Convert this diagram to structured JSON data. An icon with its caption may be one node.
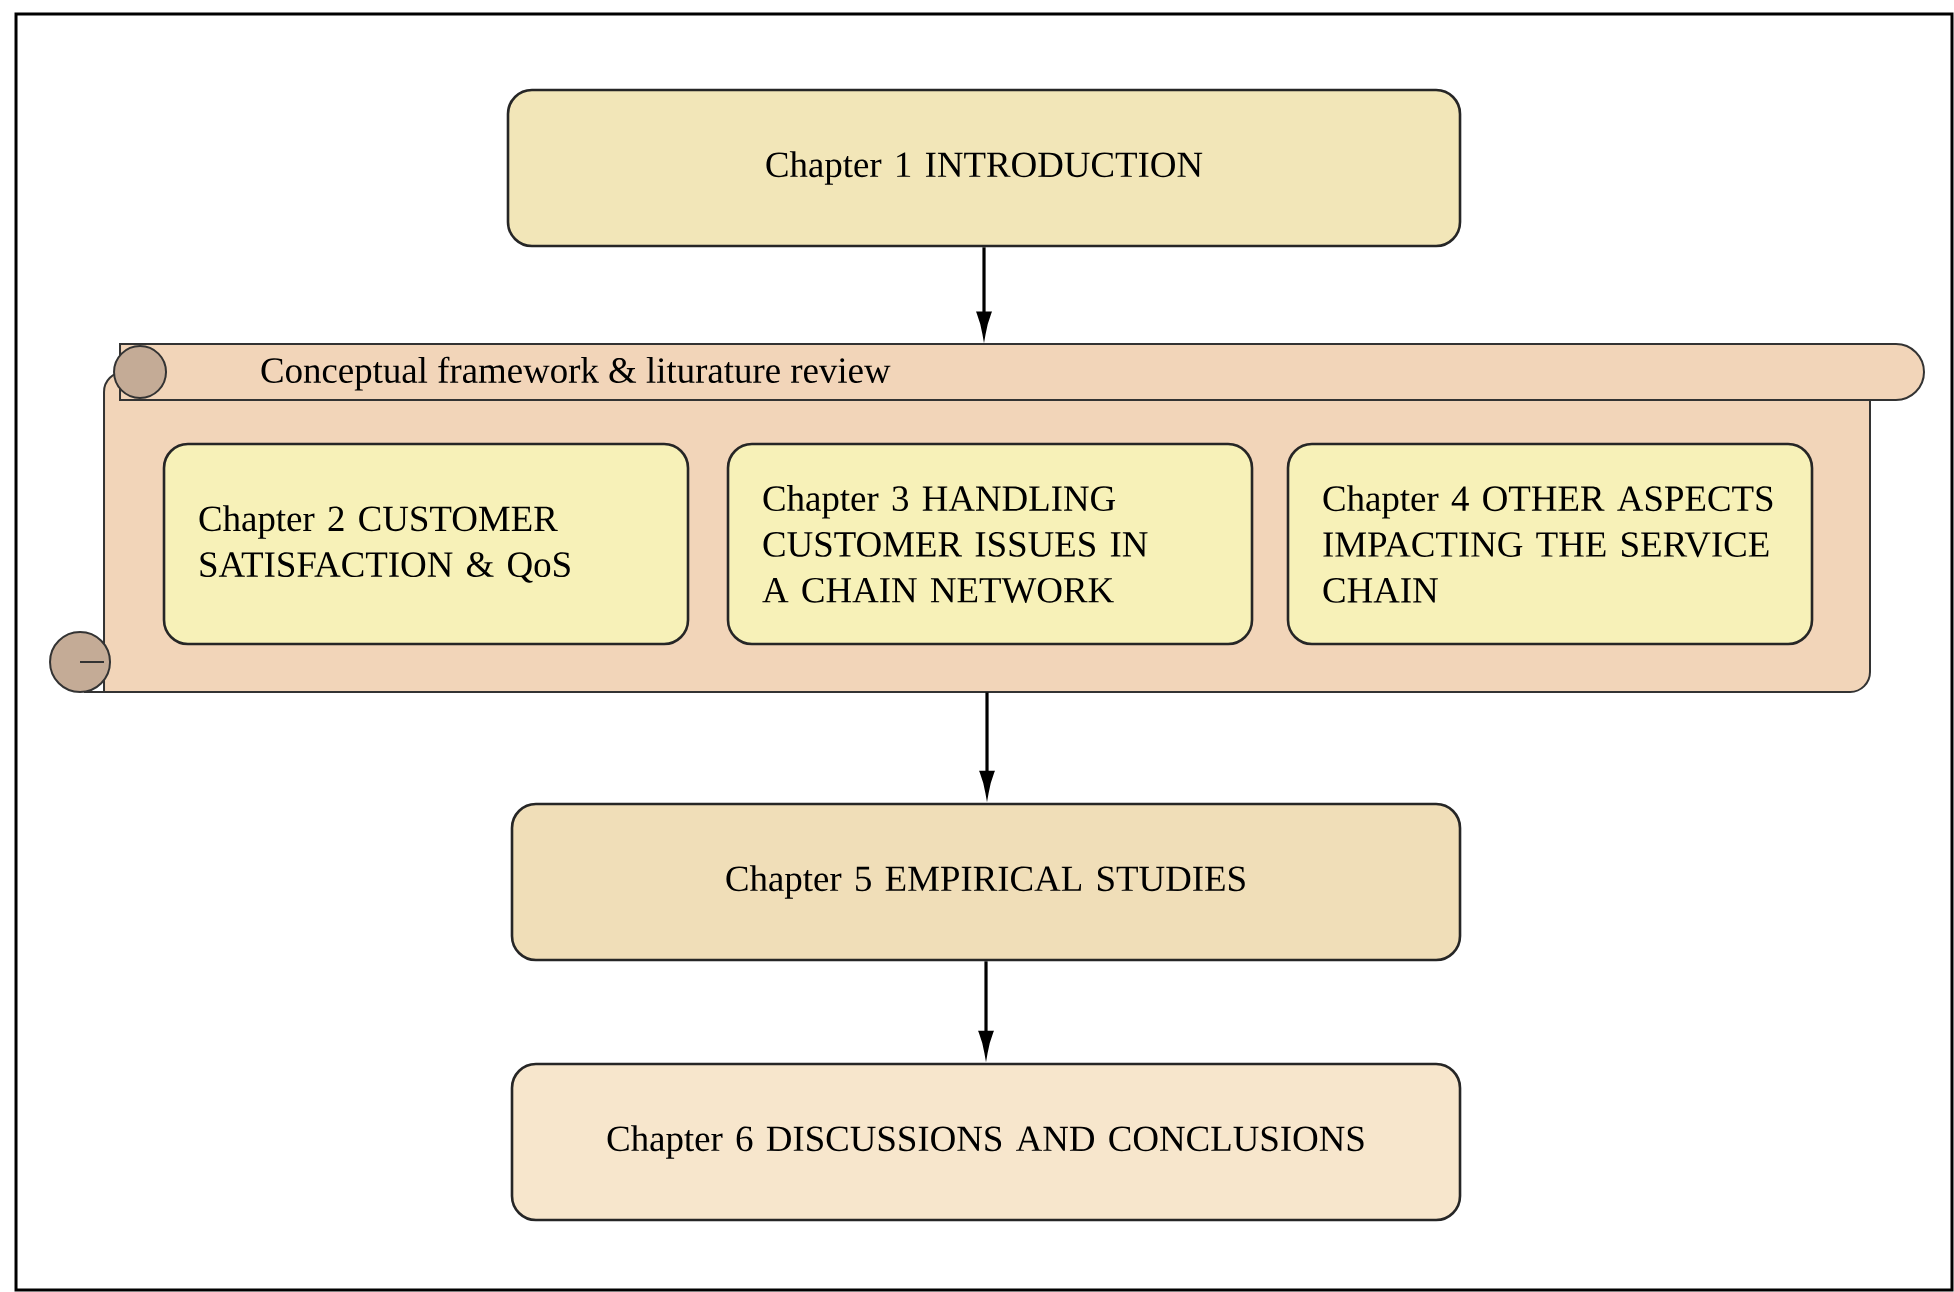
{
  "diagram": {
    "nodes": [
      {
        "text": [
          "Chapter 1 INTRODUCTION"
        ]
      },
      {
        "text": [
          "Conceptual framework & liturature review"
        ]
      },
      {
        "text": [
          "Chapter 2 CUSTOMER SATISFACTION & QoS"
        ],
        "in": 1
      },
      {
        "text": [
          "Chapter 3 HANDLING CUSTOMER ISSUES IN A CHAIN NETWORK"
        ],
        "in": 1
      },
      {
        "text": [
          "Chapter 4 OTHER ASPECTS IMPACTING THE SERVICE CHAIN"
        ],
        "in": 1
      },
      {
        "text": [
          "Chapter 5 EMPIRICAL STUDIES"
        ]
      },
      {
        "text": [
          "Chapter 6 DISCUSSIONS AND CONCLUSIONS"
        ]
      }
    ],
    "edges": [
      {
        "from": 0,
        "to": 1,
        "arrow": "to"
      },
      {
        "from": 1,
        "to": 5,
        "arrow": "to"
      },
      {
        "from": 5,
        "to": 6,
        "arrow": "to"
      }
    ]
  }
}
